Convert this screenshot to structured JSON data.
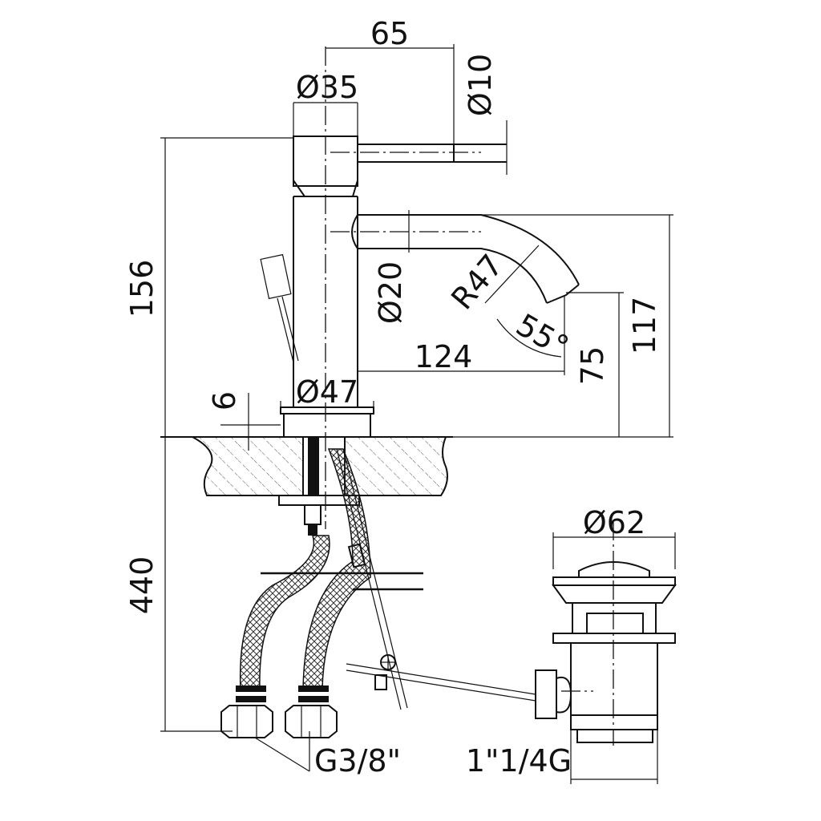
{
  "diagram": {
    "labels": {
      "spout_reach": "65",
      "body_diameter": "Ø35",
      "lever_diameter": "Ø10",
      "total_height": "156",
      "spout_diameter": "Ø20",
      "spout_radius": "R47",
      "spout_angle": "55°",
      "spout_length": "124",
      "outlet_height": "75",
      "spout_top_height": "117",
      "base_diameter": "Ø47",
      "base_height": "6",
      "hose_length": "440",
      "waste_diameter": "Ø62",
      "hose_thread": "G3/8\"",
      "waste_thread": "1\"1/4G"
    }
  }
}
